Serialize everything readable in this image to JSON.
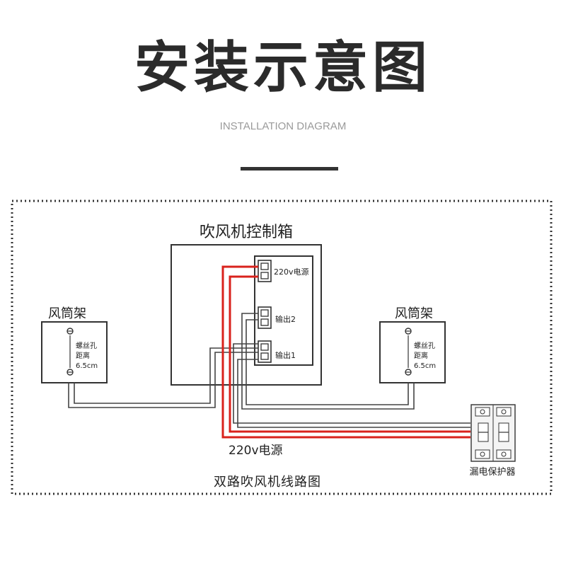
{
  "header": {
    "title": "安装示意图",
    "subtitle": "INSTALLATION DIAGRAM"
  },
  "diagram": {
    "control_box_label": "吹风机控制箱",
    "terminals": {
      "power": "220v电源",
      "output2": "输出2",
      "output1": "输出1"
    },
    "left_duct": {
      "label": "风筒架",
      "note_line1": "螺丝孔",
      "note_line2": "距离",
      "note_line3": "6.5cm"
    },
    "right_duct": {
      "label": "风筒架",
      "note_line1": "螺丝孔",
      "note_line2": "距离",
      "note_line3": "6.5cm"
    },
    "power_label": "220v电源",
    "breaker_label": "漏电保护器",
    "caption": "双路吹风机线路图"
  },
  "colors": {
    "wire_power": "#d9221c",
    "wire_signal": "#444444",
    "frame": "#333333"
  }
}
